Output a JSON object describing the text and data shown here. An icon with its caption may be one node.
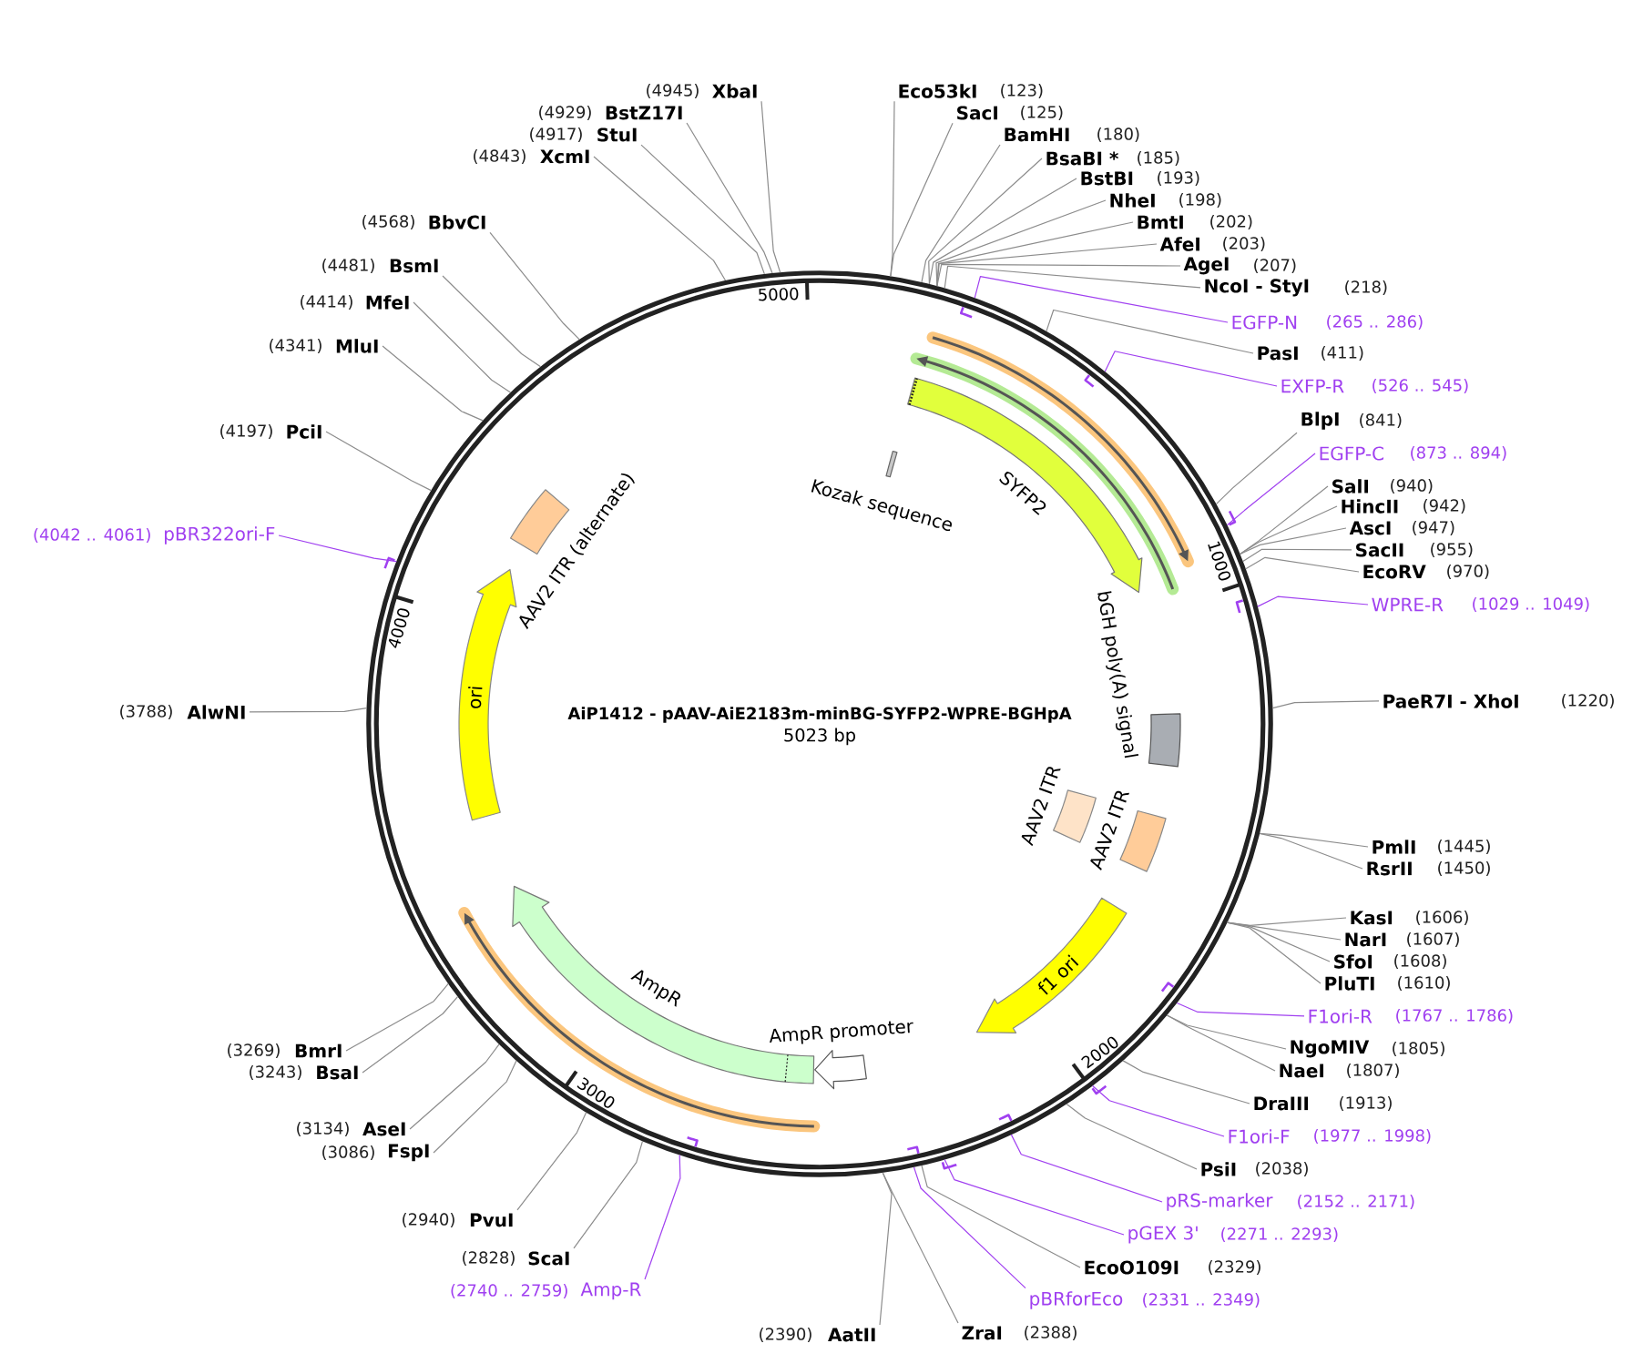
{
  "diagram": {
    "title": "AiP1412 - pAAV-AiE2183m-minBG-SYFP2-WPRE-BGHpA",
    "nodes": [
      {
        "text": [],
        "shape": "circle"
      },
      {
        "text": [
          "SYFP2"
        ],
        "in": 0
      },
      {
        "text": [
          "Kozak sequence"
        ],
        "in": 0
      },
      {
        "text": [
          "bGH poly(A) signal"
        ],
        "in": 0
      },
      {
        "text": [
          "AAV2 ITR"
        ],
        "in": 0
      },
      {
        "text": [
          "AAV2 ITR"
        ],
        "in": 0
      },
      {
        "text": [
          "f1 ori"
        ],
        "in": 0
      },
      {
        "text": [
          "AmpR promoter"
        ],
        "in": 0
      },
      {
        "text": [
          "AmpR"
        ],
        "in": 0
      },
      {
        "text": [
          "ori"
        ],
        "in": 0
      },
      {
        "text": [
          "AAV2 ITR (alternate)"
        ],
        "in": 0
      },
      {
        "text": [
          "Eco53kI"
        ],
        "beside": [
          "(123)"
        ]
      },
      {
        "text": [
          "SacI"
        ],
        "beside": [
          "(125)"
        ]
      },
      {
        "text": [
          "BamHI"
        ],
        "beside": [
          "(180)"
        ]
      },
      {
        "text": [
          "BsaBI *"
        ],
        "beside": [
          "(185)"
        ]
      },
      {
        "text": [
          "BstBI"
        ],
        "beside": [
          "(193)"
        ]
      },
      {
        "text": [
          "NheI"
        ],
        "beside": [
          "(198)"
        ]
      },
      {
        "text": [
          "BmtI"
        ],
        "beside": [
          "(202)"
        ]
      },
      {
        "text": [
          "AfeI"
        ],
        "beside": [
          "(203)"
        ]
      },
      {
        "text": [
          "AgeI"
        ],
        "beside": [
          "(207)"
        ]
      },
      {
        "text": [
          "NcoI - StyI"
        ],
        "beside": [
          "(218)"
        ]
      },
      {
        "text": [
          "EGFP-N"
        ],
        "beside": [
          "(265 .. 286)"
        ]
      },
      {
        "text": [
          "PasI"
        ],
        "beside": [
          "(411)"
        ]
      },
      {
        "text": [
          "EXFP-R"
        ],
        "beside": [
          "(526 .. 545)"
        ]
      },
      {
        "text": [
          "BlpI"
        ],
        "beside": [
          "(841)"
        ]
      },
      {
        "text": [
          "EGFP-C"
        ],
        "beside": [
          "(873 .. 894)"
        ]
      },
      {
        "text": [
          "SalI"
        ],
        "beside": [
          "(940)"
        ]
      },
      {
        "text": [
          "HincII"
        ],
        "beside": [
          "(942)"
        ]
      },
      {
        "text": [
          "AscI"
        ],
        "beside": [
          "(947)"
        ]
      },
      {
        "text": [
          "SacII"
        ],
        "beside": [
          "(955)"
        ]
      },
      {
        "text": [
          "EcoRV"
        ],
        "beside": [
          "(970)"
        ]
      },
      {
        "text": [
          "WPRE-R"
        ],
        "beside": [
          "(1029 .. 1049)"
        ]
      },
      {
        "text": [
          "PaeR7I - XhoI"
        ],
        "beside": [
          "(1220)"
        ]
      },
      {
        "text": [
          "PmlI"
        ],
        "beside": [
          "(1445)"
        ]
      },
      {
        "text": [
          "RsrII"
        ],
        "beside": [
          "(1450)"
        ]
      },
      {
        "text": [
          "KasI"
        ],
        "beside": [
          "(1606)"
        ]
      },
      {
        "text": [
          "NarI"
        ],
        "beside": [
          "(1607)"
        ]
      },
      {
        "text": [
          "SfoI"
        ],
        "beside": [
          "(1608)"
        ]
      },
      {
        "text": [
          "PluTI"
        ],
        "beside": [
          "(1610)"
        ]
      },
      {
        "text": [
          "F1ori-R"
        ],
        "beside": [
          "(1767 .. 1786)"
        ]
      },
      {
        "text": [
          "NgoMIV"
        ],
        "beside": [
          "(1805)"
        ]
      },
      {
        "text": [
          "NaeI"
        ],
        "beside": [
          "(1807)"
        ]
      },
      {
        "text": [
          "DraIII"
        ],
        "beside": [
          "(1913)"
        ]
      },
      {
        "text": [
          "F1ori-F"
        ],
        "beside": [
          "(1977 .. 1998)"
        ]
      },
      {
        "text": [
          "PsiI"
        ],
        "beside": [
          "(2038)"
        ]
      },
      {
        "text": [
          "pRS-marker"
        ],
        "beside": [
          "(2152 .. 2171)"
        ]
      },
      {
        "text": [
          "pGEX 3'"
        ],
        "beside": [
          "(2271 .. 2293)"
        ]
      },
      {
        "text": [
          "EcoO109I"
        ],
        "beside": [
          "(2329)"
        ]
      },
      {
        "text": [
          "pBRforEco"
        ],
        "beside": [
          "(2331 .. 2349)"
        ]
      },
      {
        "text": [
          "ZraI"
        ],
        "beside": [
          "(2388)"
        ]
      },
      {
        "text": [
          "AatII"
        ],
        "beside": [
          "(2390)"
        ]
      },
      {
        "text": [
          "Amp-R"
        ],
        "beside": [
          "(2740 .. 2759)"
        ]
      },
      {
        "text": [
          "ScaI"
        ],
        "beside": [
          "(2828)"
        ]
      },
      {
        "text": [
          "PvuI"
        ],
        "beside": [
          "(2940)"
        ]
      },
      {
        "text": [
          "FspI"
        ],
        "beside": [
          "(3086)"
        ]
      },
      {
        "text": [
          "AseI"
        ],
        "beside": [
          "(3134)"
        ]
      },
      {
        "text": [
          "BsaI"
        ],
        "beside": [
          "(3243)"
        ]
      },
      {
        "text": [
          "BmrI"
        ],
        "beside": [
          "(3269)"
        ]
      },
      {
        "text": [
          "AlwNI"
        ],
        "beside": [
          "(3788)"
        ]
      },
      {
        "text": [
          "pBR322ori-F"
        ],
        "beside": [
          "(4042 .. 4061)"
        ]
      },
      {
        "text": [
          "PciI"
        ],
        "beside": [
          "(4197)"
        ]
      },
      {
        "text": [
          "MluI"
        ],
        "beside": [
          "(4341)"
        ]
      },
      {
        "text": [
          "MfeI"
        ],
        "beside": [
          "(4414)"
        ]
      },
      {
        "text": [
          "BsmI"
        ],
        "beside": [
          "(4481)"
        ]
      },
      {
        "text": [
          "BbvCI"
        ],
        "beside": [
          "(4568)"
        ]
      },
      {
        "text": [
          "XcmI"
        ],
        "beside": [
          "(4843)"
        ]
      },
      {
        "text": [
          "StuI"
        ],
        "beside": [
          "(4917)"
        ]
      },
      {
        "text": [
          "BstZ17I"
        ],
        "beside": [
          "(4929)"
        ]
      },
      {
        "text": [
          "XbaI"
        ],
        "beside": [
          "(4945)"
        ]
      }
    ],
    "edges": [
      {
        "from": 11,
        "to": 0,
        "arrow": "none"
      },
      {
        "from": 12,
        "to": 0,
        "arrow": "none"
      },
      {
        "from": 13,
        "to": 0,
        "arrow": "none"
      },
      {
        "from": 14,
        "to": 0,
        "arrow": "none"
      },
      {
        "from": 15,
        "to": 0,
        "arrow": "none"
      },
      {
        "from": 16,
        "to": 0,
        "arrow": "none"
      },
      {
        "from": 17,
        "to": 0,
        "arrow": "none"
      },
      {
        "from": 18,
        "to": 0,
        "arrow": "none"
      },
      {
        "from": 19,
        "to": 0,
        "arrow": "none"
      },
      {
        "from": 20,
        "to": 0,
        "arrow": "none"
      },
      {
        "from": 21,
        "to": 0,
        "arrow": "none",
        "color": "#a040f0"
      },
      {
        "from": 22,
        "to": 0,
        "arrow": "none"
      },
      {
        "from": 23,
        "to": 0,
        "arrow": "none",
        "color": "#a040f0"
      },
      {
        "from": 24,
        "to": 0,
        "arrow": "none"
      },
      {
        "from": 25,
        "to": 0,
        "arrow": "none",
        "color": "#a040f0"
      },
      {
        "from": 26,
        "to": 0,
        "arrow": "none"
      },
      {
        "from": 27,
        "to": 0,
        "arrow": "none"
      },
      {
        "from": 28,
        "to": 0,
        "arrow": "none"
      },
      {
        "from": 29,
        "to": 0,
        "arrow": "none"
      },
      {
        "from": 30,
        "to": 0,
        "arrow": "none"
      },
      {
        "from": 31,
        "to": 0,
        "arrow": "none",
        "color": "#a040f0"
      },
      {
        "from": 32,
        "to": 0,
        "arrow": "none"
      },
      {
        "from": 33,
        "to": 0,
        "arrow": "none"
      },
      {
        "from": 34,
        "to": 0,
        "arrow": "none"
      },
      {
        "from": 35,
        "to": 0,
        "arrow": "none"
      },
      {
        "from": 36,
        "to": 0,
        "arrow": "none"
      },
      {
        "from": 37,
        "to": 0,
        "arrow": "none"
      },
      {
        "from": 38,
        "to": 0,
        "arrow": "none"
      },
      {
        "from": 39,
        "to": 0,
        "arrow": "none",
        "color": "#a040f0"
      },
      {
        "from": 40,
        "to": 0,
        "arrow": "none"
      },
      {
        "from": 41,
        "to": 0,
        "arrow": "none"
      },
      {
        "from": 42,
        "to": 0,
        "arrow": "none"
      },
      {
        "from": 43,
        "to": 0,
        "arrow": "none",
        "color": "#a040f0"
      },
      {
        "from": 44,
        "to": 0,
        "arrow": "none"
      },
      {
        "from": 45,
        "to": 0,
        "arrow": "none",
        "color": "#a040f0"
      },
      {
        "from": 46,
        "to": 0,
        "arrow": "none",
        "color": "#a040f0"
      },
      {
        "from": 47,
        "to": 0,
        "arrow": "none"
      },
      {
        "from": 48,
        "to": 0,
        "arrow": "none",
        "color": "#a040f0"
      },
      {
        "from": 49,
        "to": 0,
        "arrow": "none"
      },
      {
        "from": 50,
        "to": 0,
        "arrow": "none"
      },
      {
        "from": 51,
        "to": 0,
        "arrow": "none",
        "color": "#a040f0"
      },
      {
        "from": 52,
        "to": 0,
        "arrow": "none"
      },
      {
        "from": 53,
        "to": 0,
        "arrow": "none"
      },
      {
        "from": 54,
        "to": 0,
        "arrow": "none"
      },
      {
        "from": 55,
        "to": 0,
        "arrow": "none"
      },
      {
        "from": 56,
        "to": 0,
        "arrow": "none"
      },
      {
        "from": 57,
        "to": 0,
        "arrow": "none"
      },
      {
        "from": 58,
        "to": 0,
        "arrow": "none"
      },
      {
        "from": 59,
        "to": 0,
        "arrow": "none",
        "color": "#a040f0"
      },
      {
        "from": 60,
        "to": 0,
        "arrow": "none"
      },
      {
        "from": 61,
        "to": 0,
        "arrow": "none"
      },
      {
        "from": 62,
        "to": 0,
        "arrow": "none"
      },
      {
        "from": 63,
        "to": 0,
        "arrow": "none"
      },
      {
        "from": 64,
        "to": 0,
        "arrow": "none"
      },
      {
        "from": 65,
        "to": 0,
        "arrow": "none"
      },
      {
        "from": 66,
        "to": 0,
        "arrow": "none"
      },
      {
        "from": 67,
        "to": 0,
        "arrow": "none"
      },
      {
        "from": 68,
        "to": 0,
        "arrow": "none"
      }
    ],
    "labels": [
      "5000",
      "1000",
      "4000",
      "5023 bp",
      "2000",
      "3000"
    ]
  }
}
